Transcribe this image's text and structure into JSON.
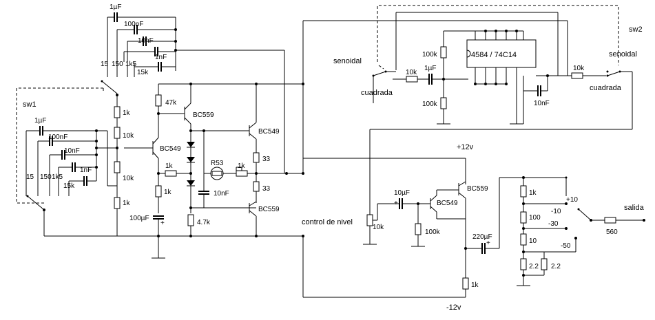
{
  "labels": {
    "sw1": "sw1",
    "sw2": "sw2",
    "senoidal_left": "senoidal",
    "cuadrada_left": "cuadrada",
    "senoidal_right": "senoidal",
    "cuadrada_right": "cuadrada",
    "control_nivel": "control de nivel",
    "salida": "salida",
    "plus12": "+12v",
    "minus12": "-12v",
    "ic": "4584 / 74C14"
  },
  "caps_top": [
    "1µF",
    "100nF",
    "10nF",
    "1nF"
  ],
  "res_top": [
    "15",
    "150",
    "1k5",
    "15k"
  ],
  "caps_left": [
    "1µF",
    "100nF",
    "10nF",
    "1nF"
  ],
  "res_left": [
    "15",
    "150",
    "1k5",
    "15k"
  ],
  "ladder": [
    "1k",
    "10k",
    "10k",
    "1k"
  ],
  "components": {
    "q1": "BC549",
    "q2": "BC559",
    "q3": "BC549",
    "q4": "BC559",
    "q5": "BC549",
    "q6": "BC559",
    "r47k": "47k",
    "r1k_base": "1k",
    "r1k_low": "1k",
    "r4k7": "4.7k",
    "r33a": "33",
    "r33b": "33",
    "rntc": "R53",
    "pot1k": "1k",
    "c10nf_mid": "10nF",
    "c100u": "100µF",
    "sq_r100k_a": "100k",
    "sq_r100k_b": "100k",
    "sq_r10k": "10k",
    "sq_c1u": "1µF",
    "sq_c10n": "10nF",
    "sq_r10k_out": "10k",
    "lvl_c10u": "10µF",
    "lvl_pot": "10k",
    "lvl_r100k": "100k",
    "out_c220u": "220µF",
    "out_r1k": "1k",
    "att_r1k": "1k",
    "att_r100": "100",
    "att_r10": "10",
    "att_r22a": "2.2",
    "att_r22b": "2.2",
    "out_r560": "560",
    "att_p10": "+10",
    "att_m10": "-10",
    "att_m30": "-30",
    "att_m50": "-50",
    "plus_a": "+",
    "plus_b": "+",
    "plus_c": "+"
  }
}
